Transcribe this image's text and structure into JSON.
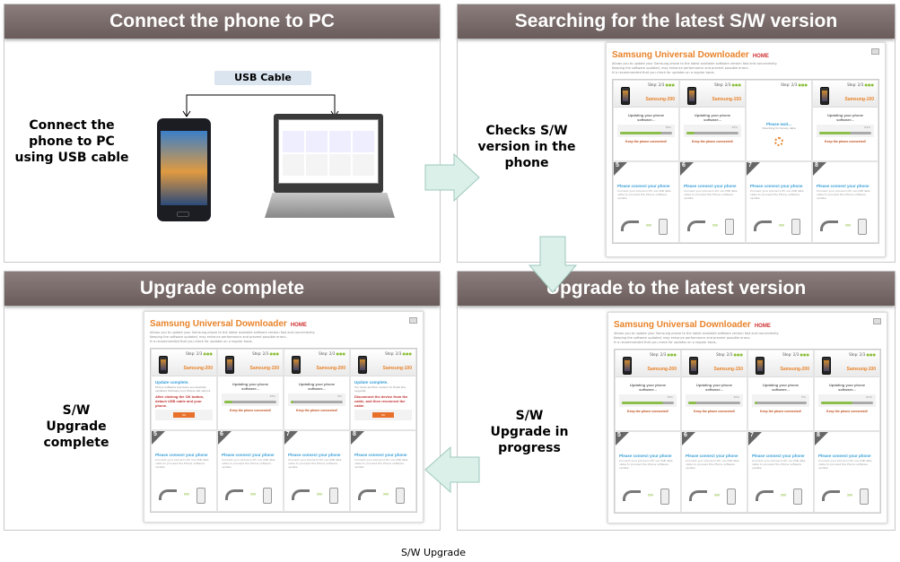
{
  "caption": "S/W Upgrade",
  "panels": {
    "connect": {
      "title": "Connect the phone to PC",
      "side": "Connect the phone to PC using USB cable",
      "usb_label": "USB Cable"
    },
    "search": {
      "title": "Searching for the latest S/W version",
      "side": "Checks S/W version in the phone"
    },
    "upgrade": {
      "title": "Upgrade to the latest version",
      "side": "S/W Upgrade in progress"
    },
    "complete": {
      "title": "Upgrade complete",
      "side": "S/W Upgrade complete"
    }
  },
  "downloader": {
    "title": "Samsung Universal Downloader",
    "home": "HOME",
    "desc": [
      "Allows you to update your Samsung phone to the latest available software version fast and conveniently.",
      "Keeping the software updated, may enhance performance and prevent possible errors.",
      "It is recommended that you check for updates on a regular basis."
    ],
    "step": "Step: 2/3",
    "updating": "Updating your phone software...",
    "keep": "Keep the phone connected!",
    "wait": "Please wait...",
    "wait_sub": "Checking for binary data",
    "connect_title": "Please connect your phone",
    "connect_sub": "Connect your phone to PC via USB data cable to proceed the Phone software update",
    "ok": "OK",
    "colors": {
      "accent": "#e8832a",
      "blue": "#3aa0d8",
      "green": "#8cbf4a"
    }
  },
  "screens": {
    "search": [
      {
        "n": "1",
        "state": "updating",
        "model": "Samsung-200",
        "pct": "79%",
        "p": 79
      },
      {
        "n": "2",
        "state": "updating",
        "model": "Samsung-150",
        "pct": "15%",
        "p": 15
      },
      {
        "n": "3",
        "state": "wait"
      },
      {
        "n": "4",
        "state": "updating",
        "model": "Samsung-100",
        "pct": "61%",
        "p": 61
      }
    ],
    "upgrade": [
      {
        "n": "1",
        "state": "updating",
        "model": "Samsung-200",
        "pct": "79%",
        "p": 79
      },
      {
        "n": "2",
        "state": "updating",
        "model": "Samsung-150",
        "pct": "15%",
        "p": 15
      },
      {
        "n": "3",
        "state": "updating",
        "model": "Samsung-200",
        "pct": "5%",
        "p": 5
      },
      {
        "n": "4",
        "state": "updating",
        "model": "Samsung-100",
        "pct": "61%",
        "p": 61
      }
    ],
    "complete": [
      {
        "n": "1",
        "state": "done",
        "model": "Samsung-200",
        "head": "Update complete.",
        "sub": "Phone software has been successfully updated. Perhaps your Phone will reboot.",
        "warn": "After clicking the OK button, detach USB cable and your phone."
      },
      {
        "n": "2",
        "state": "updating",
        "model": "Samsung-150",
        "pct": "15%",
        "p": 15
      },
      {
        "n": "3",
        "state": "updating",
        "model": "Samsung-200",
        "pct": "5%",
        "p": 5
      },
      {
        "n": "4",
        "state": "done",
        "model": "Samsung-100",
        "head": "Update complete.",
        "sub": "You have another version to finish the upgrade",
        "warn": "Disconnect the device from the cable, and then reconnect the cable."
      }
    ],
    "empty_slots": [
      "5",
      "6",
      "7",
      "8"
    ]
  }
}
